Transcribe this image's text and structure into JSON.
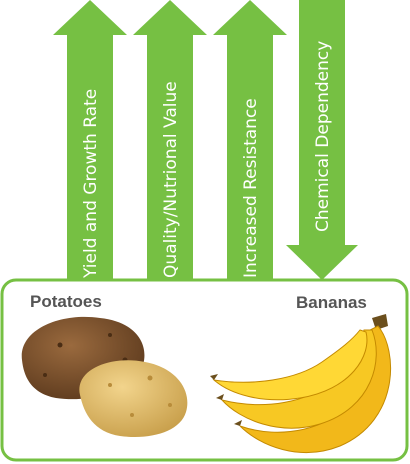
{
  "colors": {
    "arrow": "#76c043",
    "frame": "#76c043",
    "label_text": "#ffffff",
    "crop_text": "#555555"
  },
  "arrows": [
    {
      "label": "Yield and Growth Rate",
      "direction": "up"
    },
    {
      "label": "Quality/Nutrional Value",
      "direction": "up"
    },
    {
      "label": "Increased Resistance",
      "direction": "up"
    },
    {
      "label": "Chemical Dependency",
      "direction": "down"
    }
  ],
  "crops": {
    "left": {
      "label": "Potatoes",
      "icon": "potato-icon"
    },
    "right": {
      "label": "Bananas",
      "icon": "banana-icon"
    }
  }
}
